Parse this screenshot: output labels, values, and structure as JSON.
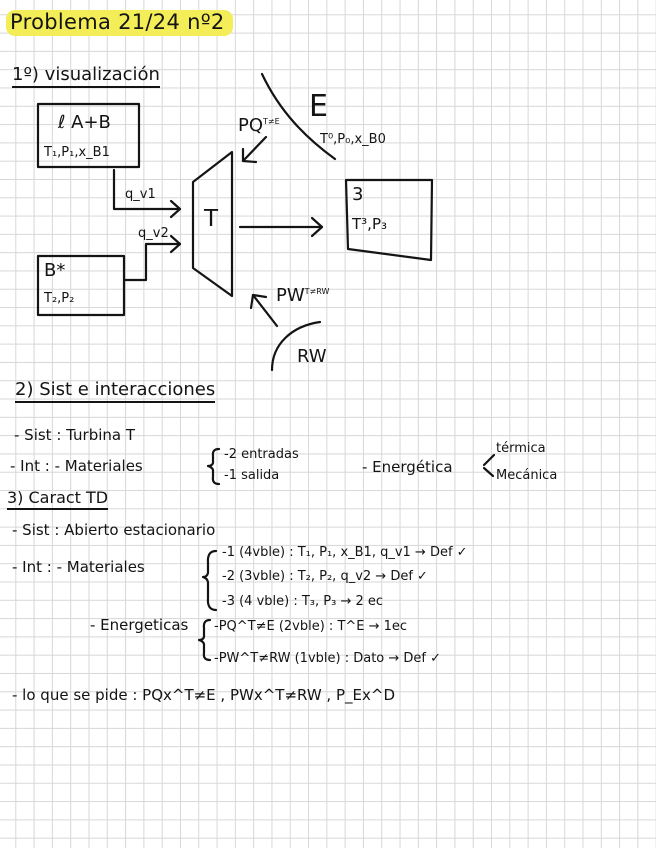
{
  "header": {
    "title": "Problema 21/24 nº2"
  },
  "section1": {
    "heading": "1º) visualización",
    "box_a": {
      "name": "ℓ A+B",
      "props": "T₁,P₁,x_B1"
    },
    "box_b": {
      "name": "B*",
      "props": "T₂,P₂"
    },
    "flow1": "q_v1",
    "flow2": "q_v2",
    "turbine": "T",
    "box_3": {
      "name": "3",
      "props": "T³,P₃"
    },
    "heat_label": "PQ",
    "heat_sup": "T≠E",
    "env_label": "E",
    "env_props": "T⁰,P₀,x_B0",
    "work_label": "PW",
    "work_sup": "T≠RW",
    "rw_label": "RW"
  },
  "section2": {
    "heading": "2) Sist e interacciones",
    "sist_line": "- Sist : Turbina T",
    "int_label": "- Int  : - Materiales",
    "materials": [
      "-2 entradas",
      "-1 salida"
    ],
    "energetica_label": "- Energética",
    "energetica_items": [
      "térmica",
      "Mecánica"
    ]
  },
  "section3": {
    "heading": "3) Caract TD",
    "sist_line": "- Sist : Abierto estacionario",
    "int_label": "- Int : - Materiales",
    "materials": [
      "-1 (4vble) : T₁, P₁, x_B1, q_v1 → Def ✓",
      "-2 (3vble) : T₂, P₂, q_v2 → Def ✓",
      "-3 (4 vble) : T₃, P₃ → 2 ec"
    ],
    "energetic_label": "- Energeticas",
    "energetic_items": [
      "-PQ^T≠E (2vble) : T^E → 1ec",
      "-PW^T≠RW (1vble) : Dato → Def ✓"
    ],
    "asked": "- lo que se pide : PQx^T≠E , PWx^T≠RW , P_Ex^D"
  },
  "colors": {
    "highlight": "#f3ee57",
    "ink": "#141414",
    "grid": "#d7d7d7"
  }
}
